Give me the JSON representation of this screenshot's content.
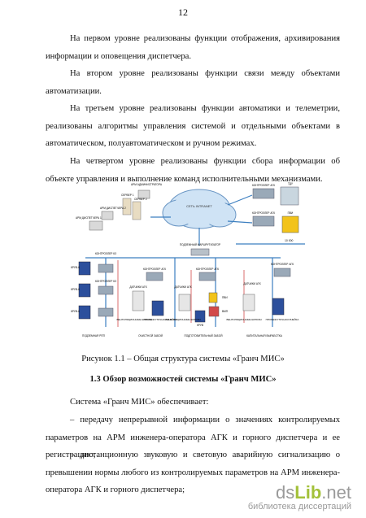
{
  "page_number": "12",
  "paragraphs": [
    "На первом уровне реализованы функции отображения, архивирования информации и оповещения диспетчера.",
    "На втором уровне реализованы функции связи между объектами автоматизации.",
    "На третьем уровне реализованы функции автоматики и телеметрии, реализованы алгоритмы управления системой и отдельными объектами в автоматическом, полуавтоматическом и ручном режимах.",
    "На четвертом уровне реализованы функции сбора информации об объекте управления и выполнение команд исполнительными механизмами."
  ],
  "figure": {
    "labels": {
      "arm_admin": "АРМ АДМИНИСТРАТОРА",
      "server1": "СЕРВЕР 1",
      "server2": "СЕРВЕР 2",
      "arm_disp2": "АРМ ДИСПЕТЧЕРА 2",
      "arm_disp1": "АРМ ДИСПЕТЧЕРА 1",
      "network": "СЕТЬ INTRANET",
      "ctrl_agk_top": "КОНТРОЛЛЕР АГК",
      "tdu": "ТДУ",
      "pvi": "ПВИ",
      "speed": "10 000",
      "ctrl_kz_left": "КОНТРОЛЛЕР КЗ",
      "router": "ПОДЗЕМНЫЙ МАРШРУТИЗАТОР",
      "krv6_1": "КРУВ-6",
      "krv6_2": "КРУВ-6",
      "krv6_3": "КРУВ-6",
      "ctrl_kz_mid": "КОНТРОЛЛЕР КЗ",
      "ctrl_agk_mid": "КОНТРОЛЛЕР АГК",
      "ctrl_agk_mid2": "КОНТРОЛЛЕР АГК",
      "ctrl_agk_right": "КОНТРОЛЛЕР АГК",
      "sensors_agk_1": "ДАТЧИКИ АГК",
      "sensors_agk_2": "ДАТЧИКИ АГК",
      "sensors_agk_3": "ДАТЧИКИ АГК",
      "vent_doors_1": "ВЕНТИЛЯЦИОННЫЕ ШЛЮЗЫ",
      "vent_doors_2": "ВЕНТИЛЯЦИОННЫЕ ШЛЮЗЫ",
      "vent_doors_3": "ВЕНТИЛЯЦИОННЫЕ ШЛЮЗЫ",
      "interm_cell_1": "ПРОМЕЖУТОЧНАЯ ЯЧЕЙКА",
      "interm_cell_2": "ПРОМЕЖУТОЧНАЯ ЯЧЕЙКА",
      "pvi_mid": "ПВИ",
      "vmp": "ВМП",
      "kruv": "КРУВ",
      "substation": "ПОДЗЕМНАЯ РПП",
      "face": "ОЧИСТНОЙ ЗАБОЙ",
      "prep_face": "ПОДГОТОВИТЕЛЬНЫЙ ЗАБОЙ",
      "cap_working": "КАПИТАЛЬНАЯ ВЫРАБОТКА"
    }
  },
  "caption": "Рисунок 1.1 – Общая структура системы «Гранч МИС»",
  "heading": "1.3 Обзор возможностей системы «Гранч МИС»",
  "intro": "Система «Гранч МИС» обеспечивает:",
  "bullets": [
    "– передачу непрерывной информации о значениях контролируемых параметров на АРМ инженера-оператора АГК и горного диспетчера и ее регистрацию;",
    "– дистанционную звуковую и световую аварийную сигнализацию о превышении нормы любого из контролируемых параметров на АРМ инженера-оператора АГК и горного диспетчера;"
  ],
  "watermark": {
    "logo_left": "ds",
    "logo_mid": "Lib",
    "logo_right": ".net",
    "subtitle": "библиотека диссертаций"
  }
}
